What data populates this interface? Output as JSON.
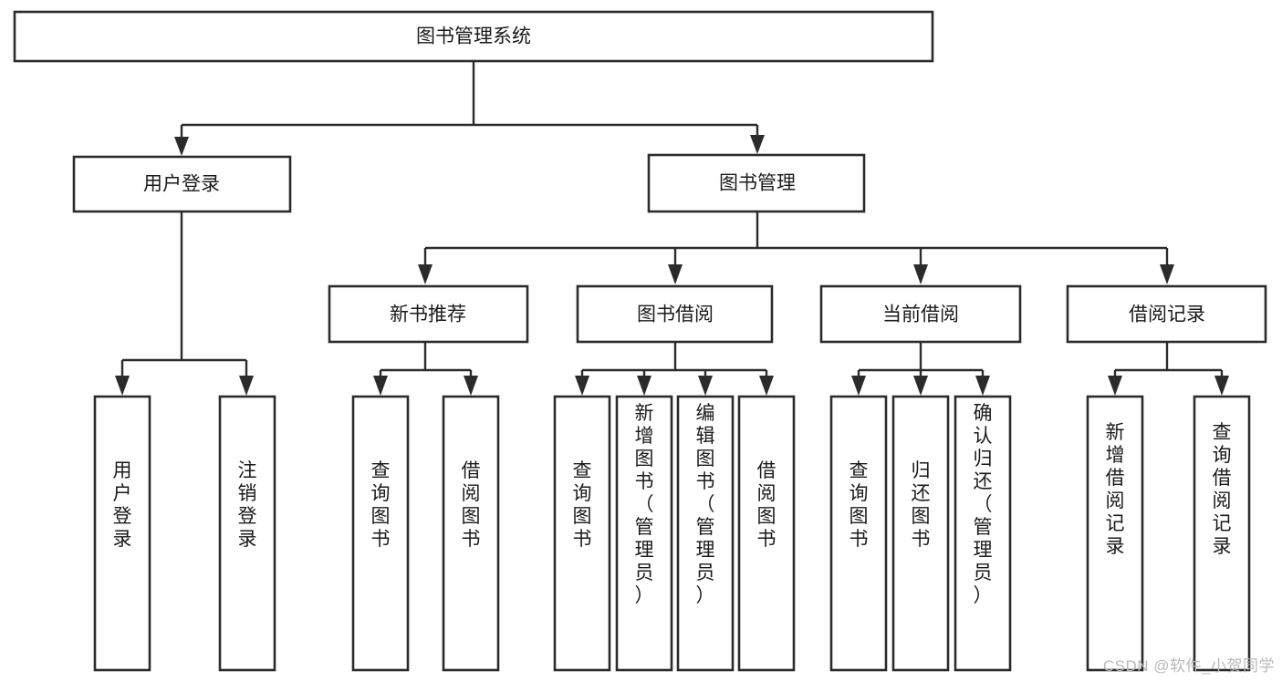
{
  "diagram": {
    "type": "tree",
    "title": "图书管理系统",
    "watermark": "CSDN @软件_小贺同学",
    "colors": {
      "box_stroke": "#2b2b2b",
      "box_fill": "#ffffff",
      "text": "#1a1a1a",
      "background": "#ffffff",
      "watermark": "#b9b9b9"
    },
    "levels": {
      "root": "图书管理系统",
      "level2": [
        "用户登录",
        "图书管理"
      ],
      "level3": [
        "新书推荐",
        "图书借阅",
        "当前借阅",
        "借阅记录"
      ],
      "leaves": [
        "用户登录",
        "注销登录",
        "查询图书",
        "借阅图书",
        "查询图书",
        "新增图书（管理员）",
        "编辑图书（管理员）",
        "借阅图书",
        "查询图书",
        "归还图书",
        "确认归还（管理员）",
        "新增借阅记录",
        "查询借阅记录"
      ]
    },
    "nodes": {
      "root": {
        "label": "图书管理系统"
      },
      "user_login": {
        "label": "用户登录"
      },
      "book_manage": {
        "label": "图书管理"
      },
      "new_book_rec": {
        "label": "新书推荐"
      },
      "book_borrow": {
        "label": "图书借阅"
      },
      "current_borrow": {
        "label": "当前借阅"
      },
      "borrow_record": {
        "label": "借阅记录"
      },
      "leaf_user_login": {
        "label": "用户登录"
      },
      "leaf_logout": {
        "label": "注销登录"
      },
      "leaf_query_book_1": {
        "label": "查询图书"
      },
      "leaf_borrow_book_1": {
        "label": "借阅图书"
      },
      "leaf_query_book_2": {
        "label": "查询图书"
      },
      "leaf_add_book": {
        "label": "新增图书（管理员）"
      },
      "leaf_edit_book": {
        "label": "编辑图书（管理员）"
      },
      "leaf_borrow_book_2": {
        "label": "借阅图书"
      },
      "leaf_query_book_3": {
        "label": "查询图书"
      },
      "leaf_return_book": {
        "label": "归还图书"
      },
      "leaf_confirm_return": {
        "label": "确认归还（管理员）"
      },
      "leaf_add_record": {
        "label": "新增借阅记录"
      },
      "leaf_query_record": {
        "label": "查询借阅记录"
      }
    },
    "edges": [
      {
        "from": "root",
        "to": "user_login"
      },
      {
        "from": "root",
        "to": "book_manage"
      },
      {
        "from": "user_login",
        "to": "leaf_user_login"
      },
      {
        "from": "user_login",
        "to": "leaf_logout"
      },
      {
        "from": "book_manage",
        "to": "new_book_rec"
      },
      {
        "from": "book_manage",
        "to": "book_borrow"
      },
      {
        "from": "book_manage",
        "to": "current_borrow"
      },
      {
        "from": "book_manage",
        "to": "borrow_record"
      },
      {
        "from": "new_book_rec",
        "to": "leaf_query_book_1"
      },
      {
        "from": "new_book_rec",
        "to": "leaf_borrow_book_1"
      },
      {
        "from": "book_borrow",
        "to": "leaf_query_book_2"
      },
      {
        "from": "book_borrow",
        "to": "leaf_add_book"
      },
      {
        "from": "book_borrow",
        "to": "leaf_edit_book"
      },
      {
        "from": "book_borrow",
        "to": "leaf_borrow_book_2"
      },
      {
        "from": "current_borrow",
        "to": "leaf_query_book_3"
      },
      {
        "from": "current_borrow",
        "to": "leaf_return_book"
      },
      {
        "from": "current_borrow",
        "to": "leaf_confirm_return"
      },
      {
        "from": "borrow_record",
        "to": "leaf_add_record"
      },
      {
        "from": "borrow_record",
        "to": "leaf_query_record"
      }
    ]
  }
}
